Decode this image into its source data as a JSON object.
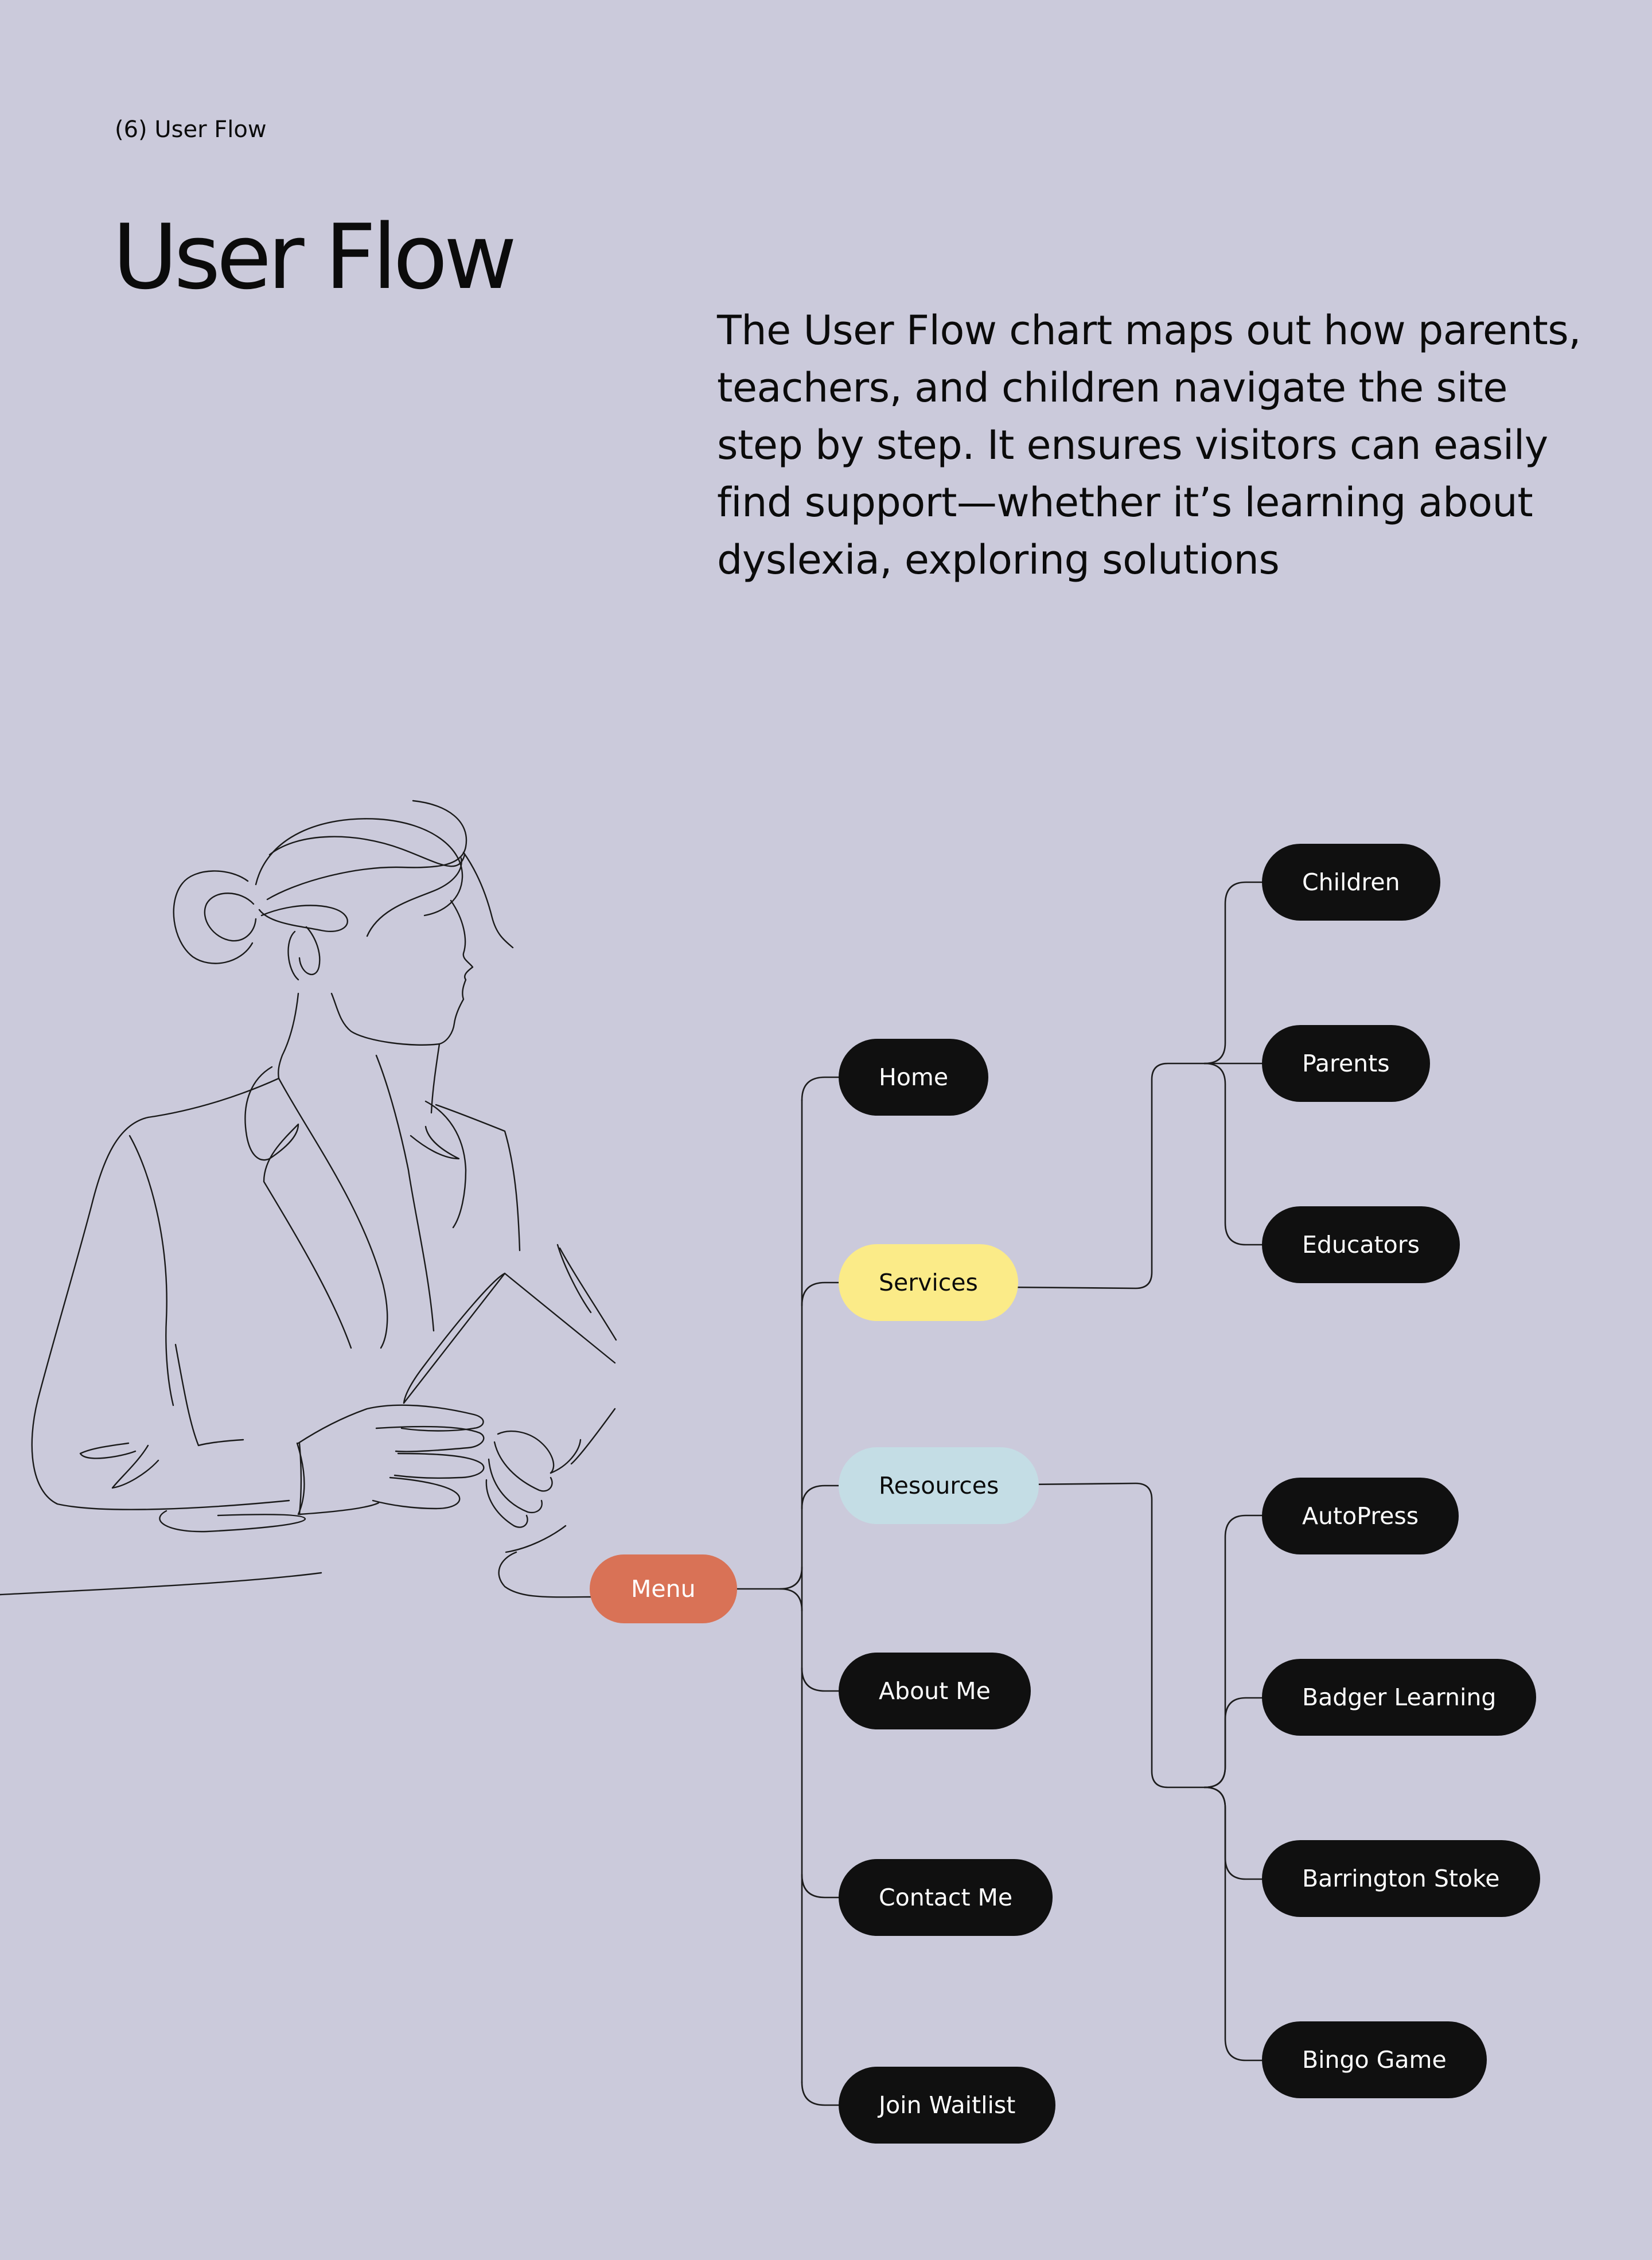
{
  "header": {
    "section_label": "(6) User Flow",
    "title": "User Flow"
  },
  "intro": {
    "text": "The User Flow chart maps out how parents, teachers, and children navigate the site step by step. It ensures visitors can easily find support—whether it’s learning about dyslexia, exploring solutions"
  },
  "flow": {
    "root": {
      "label": "Menu",
      "color": "#d97256"
    },
    "pages": [
      {
        "label": "Home",
        "color": "#101010"
      },
      {
        "label": "Services",
        "color": "#fbeb88"
      },
      {
        "label": "Resources",
        "color": "#c4dde5"
      },
      {
        "label": "About Me",
        "color": "#101010"
      },
      {
        "label": "Contact Me",
        "color": "#101010"
      },
      {
        "label": "Join Waitlist",
        "color": "#101010"
      }
    ],
    "services_children": [
      {
        "label": "Children"
      },
      {
        "label": "Parents"
      },
      {
        "label": "Educators"
      }
    ],
    "resources_children": [
      {
        "label": "AutoPress"
      },
      {
        "label": "Badger Learning"
      },
      {
        "label": "Barrington Stoke"
      },
      {
        "label": "Bingo Game"
      }
    ]
  },
  "illustration": {
    "icon": "woman-with-tablet-line-art-illustration"
  }
}
